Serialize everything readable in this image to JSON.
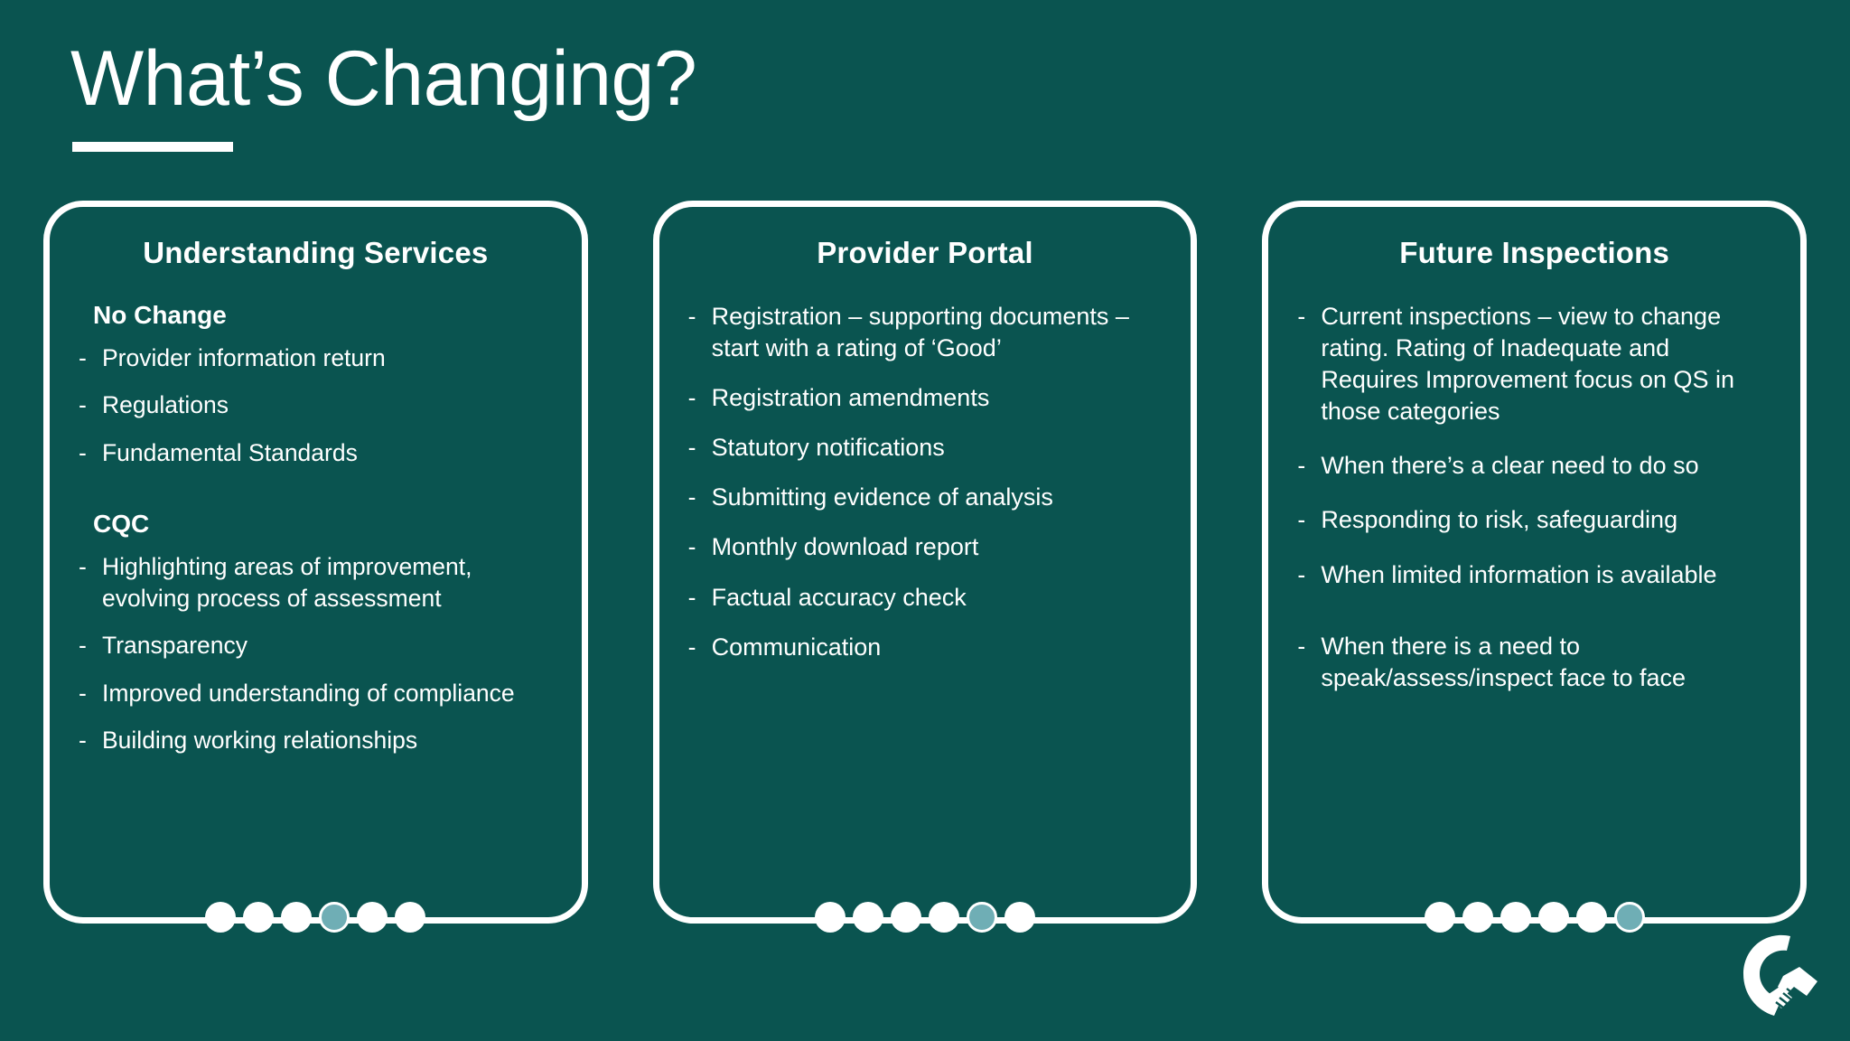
{
  "slide": {
    "title": "What’s Changing?",
    "background_color": "#0a5450",
    "accent_color": "#6faeb5",
    "text_color": "#ffffff"
  },
  "cards": [
    {
      "title": "Understanding Services",
      "sections": [
        {
          "heading": "No Change",
          "bullets": [
            "Provider information return",
            "Regulations",
            "Fundamental Standards"
          ]
        },
        {
          "heading": "CQC",
          "bullets": [
            "Highlighting areas of improvement, evolving process of assessment",
            "Transparency",
            "Improved understanding of compliance",
            "Building working relationships"
          ]
        }
      ],
      "dots": {
        "count": 6,
        "active_index": 3
      }
    },
    {
      "title": "Provider Portal",
      "sections": [
        {
          "heading": "",
          "bullets": [
            "Registration – supporting documents – start with a rating of ‘Good’",
            "Registration amendments",
            "Statutory notifications",
            "Submitting evidence of analysis",
            "Monthly download report",
            "Factual accuracy check",
            "Communication"
          ]
        }
      ],
      "dots": {
        "count": 6,
        "active_index": 4
      }
    },
    {
      "title": "Future Inspections",
      "sections": [
        {
          "heading": "",
          "bullets": [
            "Current inspections – view to change rating. Rating of Inadequate and Requires Improvement focus on QS in those categories",
            "When there’s a clear need to do so",
            "Responding to risk, safeguarding",
            "When limited information is available",
            "When there is a need to speak/assess/inspect face to face"
          ]
        }
      ],
      "dots": {
        "count": 6,
        "active_index": 5
      }
    }
  ],
  "logo": {
    "name": "handshake-c-logo"
  }
}
